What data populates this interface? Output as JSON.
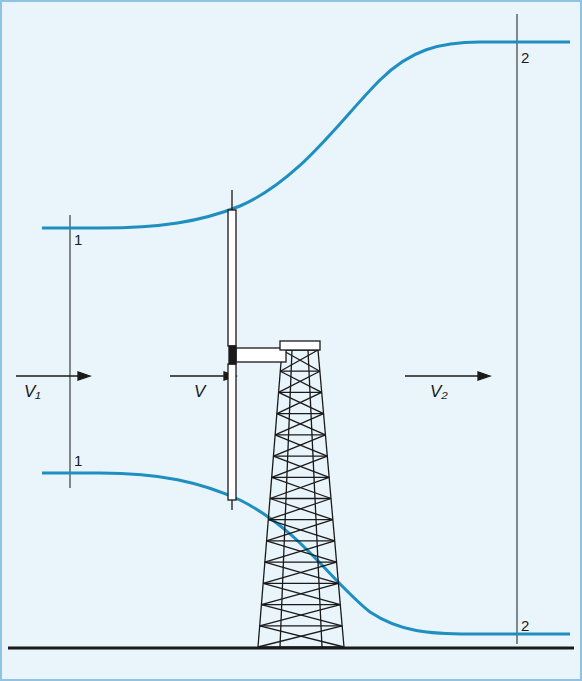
{
  "diagram": {
    "labels": [
      "1",
      "1",
      "2",
      "2",
      "V₁",
      "V",
      "V₂"
    ]
  }
}
